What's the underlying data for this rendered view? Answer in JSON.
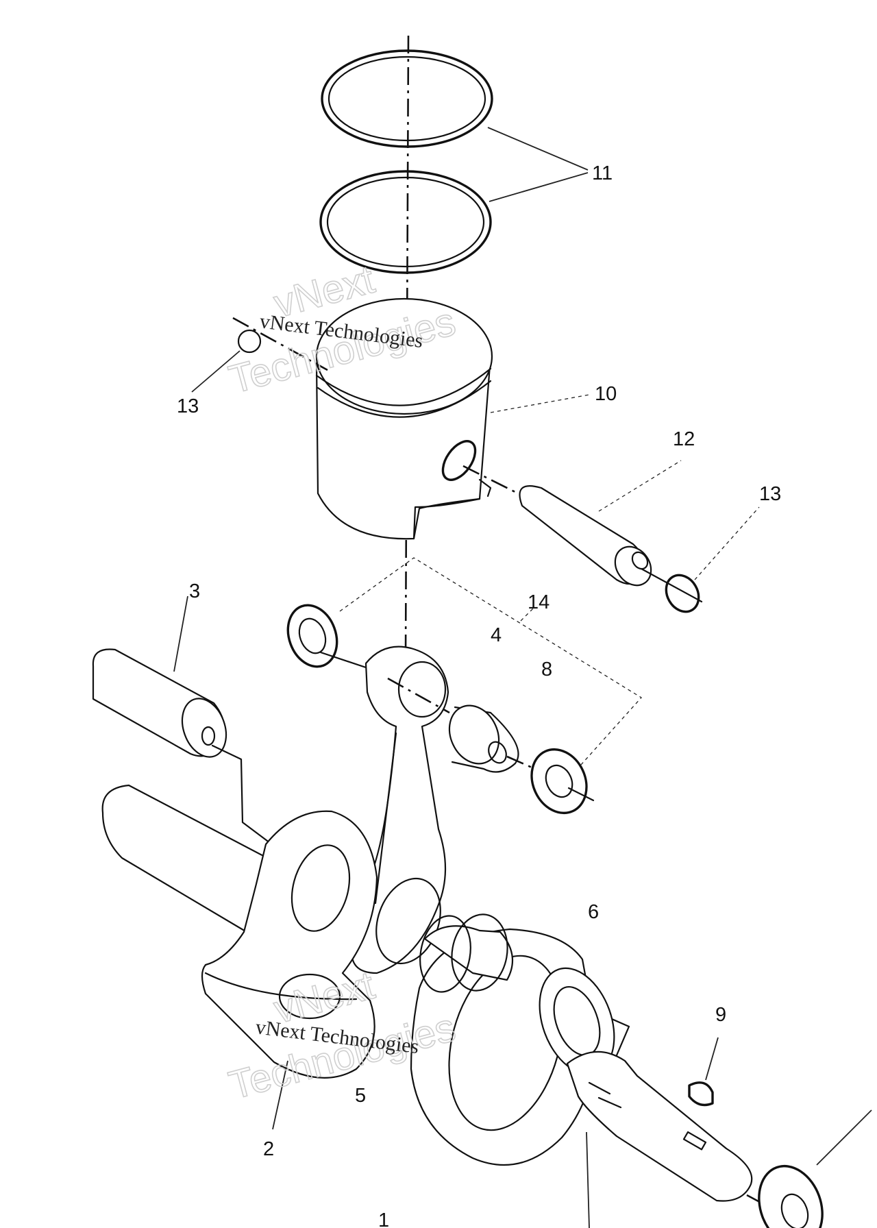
{
  "diagram": {
    "part_labels": {
      "l1": "1",
      "l2": "2",
      "l3": "3",
      "l4": "4",
      "l5": "5",
      "l6": "6",
      "l8": "8",
      "l9": "9",
      "l10": "10",
      "l11": "11",
      "l12": "12",
      "l13a": "13",
      "l13b": "13",
      "l14": "14"
    },
    "watermarks": {
      "top_line1": "vNext",
      "top_line2": "Technologies",
      "top_small": "vNext Technologies",
      "bottom_line1": "vNext",
      "bottom_line2": "Technologies",
      "bottom_small": "vNext Technologies"
    }
  }
}
